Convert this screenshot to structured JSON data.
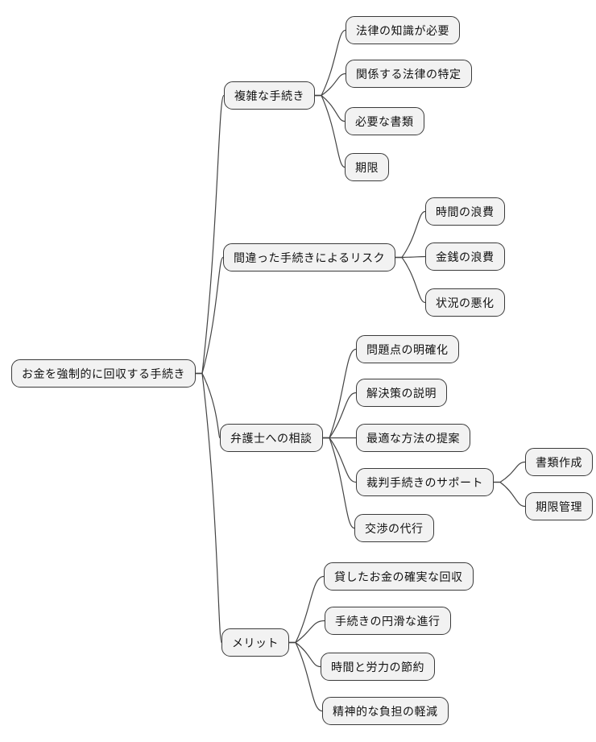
{
  "colors": {
    "background": "#ffffff",
    "node_fill": "#f2f2f2",
    "node_border": "#3b3b3b",
    "edge": "#444444",
    "text": "#111111"
  },
  "mindmap": {
    "root_label": "お金を強制的に回収する手続き",
    "nodes": [
      {
        "id": "root",
        "parent": null,
        "label": "お金を強制的に回収する手続き"
      },
      {
        "id": "b1",
        "parent": "root",
        "label": "複雑な手続き"
      },
      {
        "id": "b1c1",
        "parent": "b1",
        "label": "法律の知識が必要"
      },
      {
        "id": "b1c2",
        "parent": "b1",
        "label": "関係する法律の特定"
      },
      {
        "id": "b1c3",
        "parent": "b1",
        "label": "必要な書類"
      },
      {
        "id": "b1c4",
        "parent": "b1",
        "label": "期限"
      },
      {
        "id": "b2",
        "parent": "root",
        "label": "間違った手続きによるリスク"
      },
      {
        "id": "b2c1",
        "parent": "b2",
        "label": "時間の浪費"
      },
      {
        "id": "b2c2",
        "parent": "b2",
        "label": "金銭の浪費"
      },
      {
        "id": "b2c3",
        "parent": "b2",
        "label": "状況の悪化"
      },
      {
        "id": "b3",
        "parent": "root",
        "label": "弁護士への相談"
      },
      {
        "id": "b3c1",
        "parent": "b3",
        "label": "問題点の明確化"
      },
      {
        "id": "b3c2",
        "parent": "b3",
        "label": "解決策の説明"
      },
      {
        "id": "b3c3",
        "parent": "b3",
        "label": "最適な方法の提案"
      },
      {
        "id": "b3c4",
        "parent": "b3",
        "label": "裁判手続きのサポート"
      },
      {
        "id": "b3c4a",
        "parent": "b3c4",
        "label": "書類作成"
      },
      {
        "id": "b3c4b",
        "parent": "b3c4",
        "label": "期限管理"
      },
      {
        "id": "b3c5",
        "parent": "b3",
        "label": "交渉の代行"
      },
      {
        "id": "b4",
        "parent": "root",
        "label": "メリット"
      },
      {
        "id": "b4c1",
        "parent": "b4",
        "label": "貸したお金の確実な回収"
      },
      {
        "id": "b4c2",
        "parent": "b4",
        "label": "手続きの円滑な進行"
      },
      {
        "id": "b4c3",
        "parent": "b4",
        "label": "時間と労力の節約"
      },
      {
        "id": "b4c4",
        "parent": "b4",
        "label": "精神的な負担の軽減"
      }
    ]
  }
}
